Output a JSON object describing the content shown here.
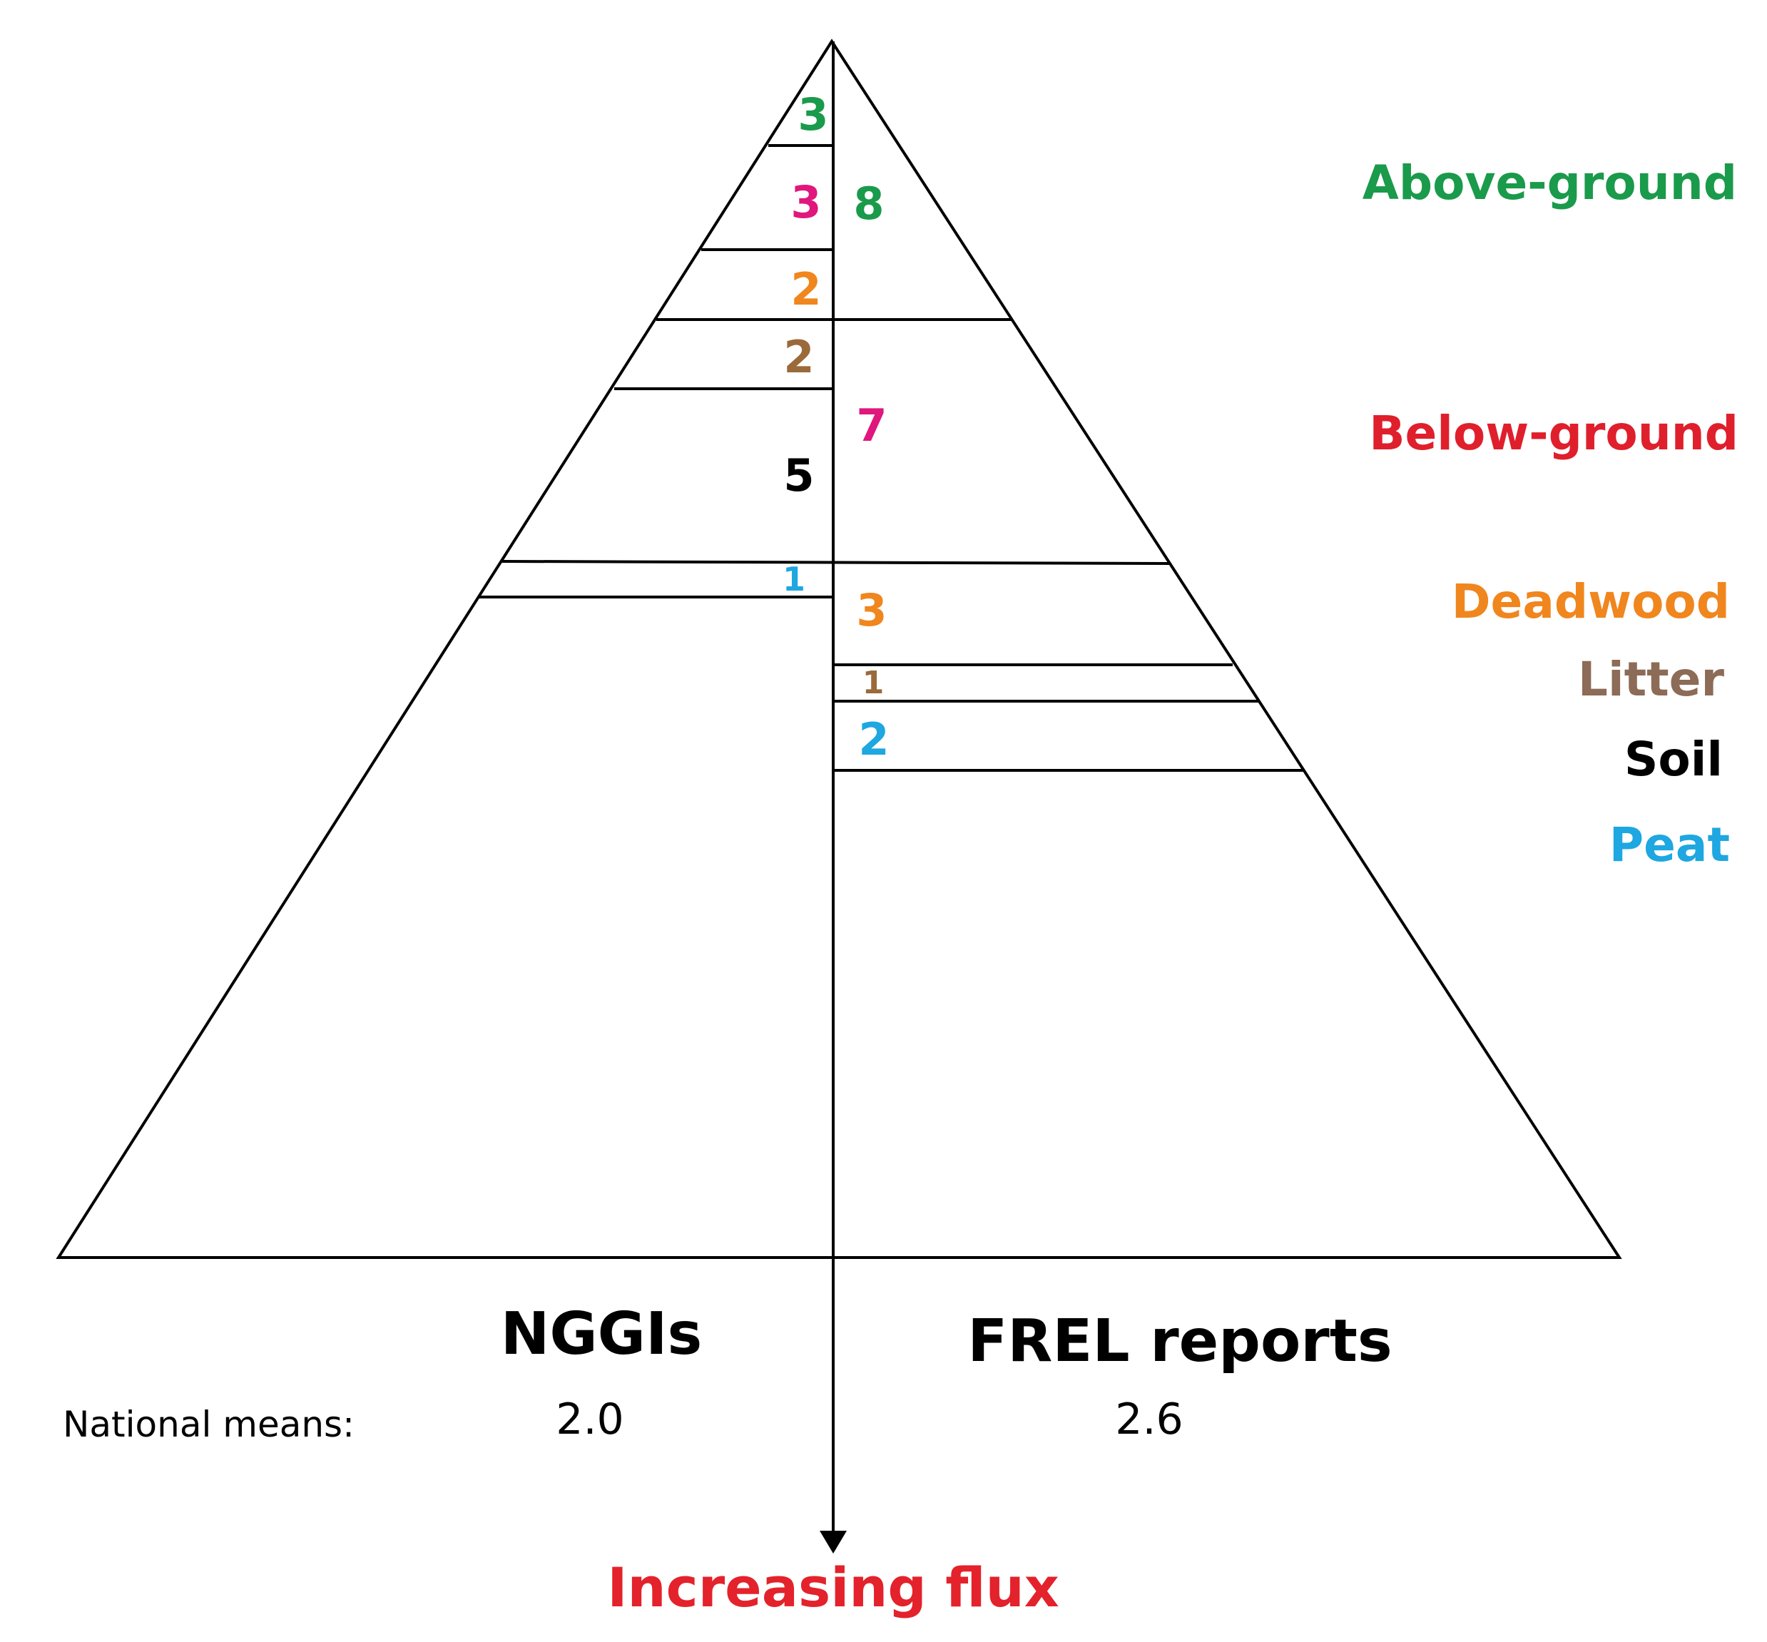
{
  "colors": {
    "above_ground": "#1a9a4b",
    "below_ground": "#e01f2c",
    "deadwood": "#f0861e",
    "litter": "#8c6b57",
    "soil": "#000000",
    "peat": "#1ea7e0",
    "pink": "#e0177c",
    "brown": "#9a6a3a",
    "flux": "#e3222b",
    "line": "#000000"
  },
  "legend": {
    "above_ground": "Above-ground",
    "below_ground": "Below-ground",
    "deadwood": "Deadwood",
    "litter": "Litter",
    "soil": "Soil",
    "peat": "Peat"
  },
  "left_values": {
    "above_ground": "3",
    "below_ground": "3",
    "deadwood": "2",
    "litter": "2",
    "soil": "5",
    "peat": "1"
  },
  "right_values": {
    "above_ground": "8",
    "below_ground": "7",
    "deadwood": "3",
    "litter": "1",
    "peat": "2"
  },
  "columns": {
    "left": "NGGIs",
    "right": "FREL reports"
  },
  "national_means": {
    "label": "National means:",
    "left": "2.0",
    "right": "2.6"
  },
  "axis_label": "Increasing flux"
}
